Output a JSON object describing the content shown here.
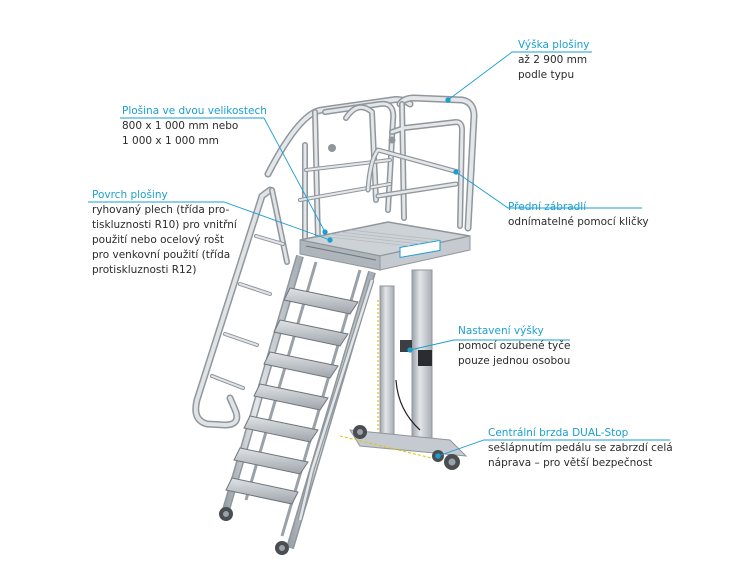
{
  "callouts": {
    "height": {
      "title": "Výška plošiny",
      "lines": [
        "až 2 900 mm",
        "podle typu"
      ]
    },
    "platform_size": {
      "title": "Plošina ve dvou velikostech",
      "lines": [
        "800 x 1 000 mm nebo",
        "1 000 x 1 000 mm"
      ]
    },
    "surface": {
      "title": "Povrch plošiny",
      "lines": [
        "ryhovaný plech (třída pro-",
        "tiskluznosti R10) pro vnitřní",
        "použití nebo ocelový rošt",
        "pro venkovní použití (třída",
        "protiskluznosti R12)"
      ]
    },
    "front_rail": {
      "title": "Přední zábradlí",
      "lines": [
        "odnímatelné pomocí kličky"
      ]
    },
    "adjust": {
      "title": "Nastavení výšky",
      "lines": [
        "pomocí ozubené tyče",
        "pouze jednou osobou"
      ]
    },
    "brake": {
      "title": "Centrální brzda DUAL-Stop",
      "lines": [
        "sešlápnutím pedálu se zabrzdí celá",
        "náprava – pro větší bezpečnost"
      ]
    }
  },
  "colors": {
    "accent": "#1b9fd0",
    "text": "#2b2b2b",
    "metal": "#c9ced3",
    "metal_dark": "#8f969c",
    "metal_edge": "#6e757b"
  }
}
